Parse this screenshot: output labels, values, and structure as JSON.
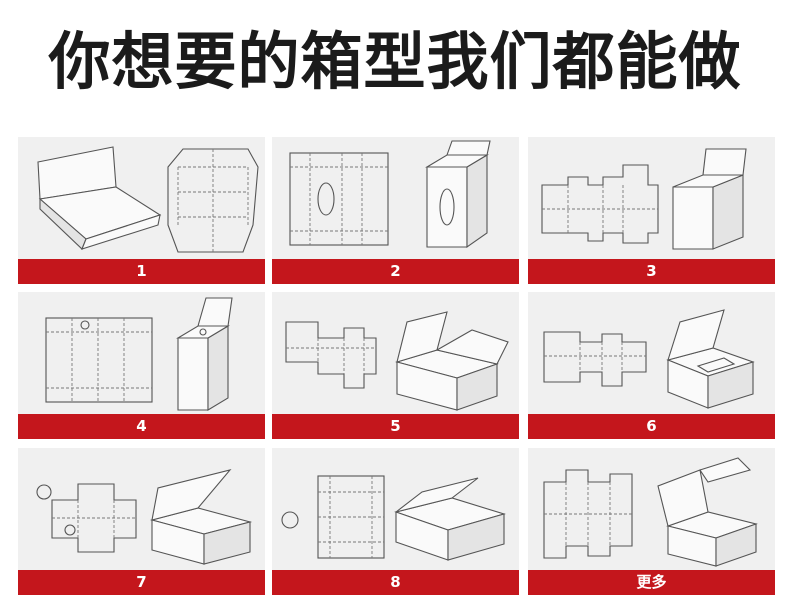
{
  "headline": "你想要的箱型我们都能做",
  "colors": {
    "bar": "#c4161c",
    "card": "#f0f0f0",
    "title": "#1b1b1b"
  },
  "boxes": [
    {
      "label": "1"
    },
    {
      "label": "2"
    },
    {
      "label": "3"
    },
    {
      "label": "4"
    },
    {
      "label": "5"
    },
    {
      "label": "6"
    },
    {
      "label": "7"
    },
    {
      "label": "8"
    },
    {
      "label": "更多"
    }
  ]
}
